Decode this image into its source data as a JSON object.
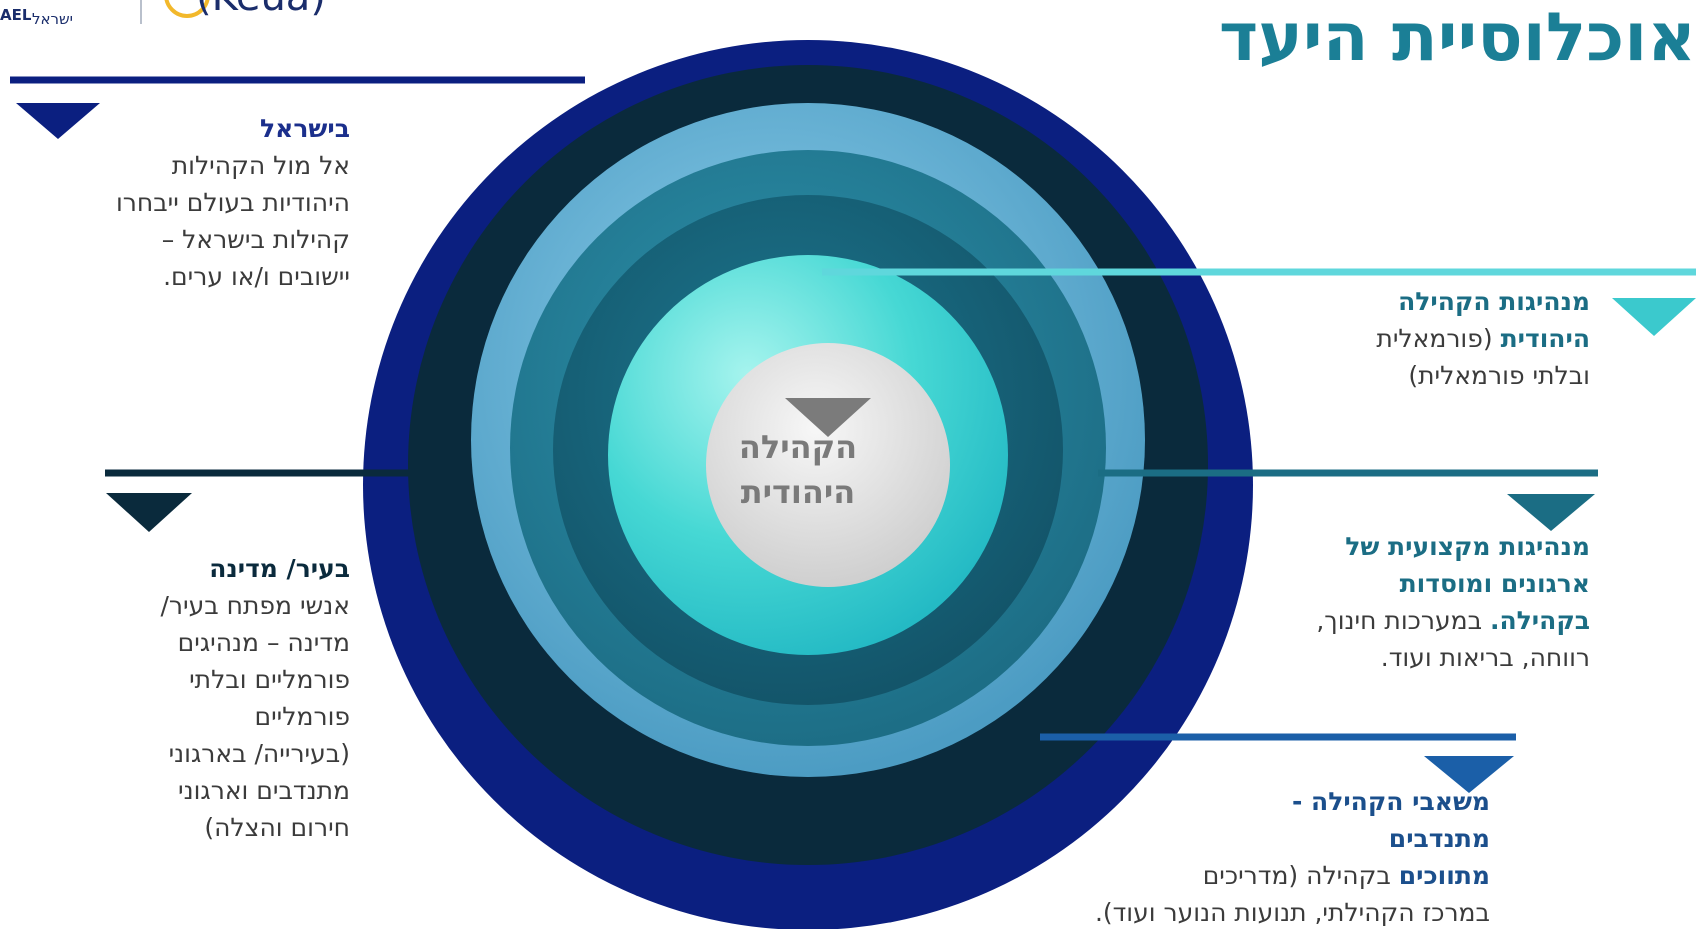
{
  "logo": {
    "partner_text_1": "AEL",
    "partner_text_2": "ישראל",
    "brand_word": "(Keua)"
  },
  "title": "אוכלוסיית היעד",
  "center": {
    "line1": "הקהילה",
    "line2": "היהודית"
  },
  "israel": {
    "heading": "בישראל",
    "lines": [
      "אל מול הקהילות",
      "היהודיות בעולם ייבחרו",
      "קהילות בישראל –",
      "יישובים ו/או ערים."
    ]
  },
  "city": {
    "heading": "בעיר/ מדינה",
    "lines": [
      "אנשי מפתח בעיר/",
      "מדינה – מנהיגים",
      "פורמליים ובלתי",
      "פורמליים",
      "(בעירייה/ בארגוני",
      "מתנדבים וארגוני",
      "חירום והצלה)"
    ]
  },
  "leaders": {
    "bold1": "מנהיגות הקהילה",
    "bold2": "היהודית",
    "rest2": " (פורמאלית",
    "line3": "ובלתי פורמאלית)"
  },
  "professional": {
    "bold1": "מנהיגות מקצועית של",
    "bold2": "ארגונים ומוסדות",
    "bold3": "בקהילה.",
    "rest3": " במערכות חינוך,",
    "line4": "רווחה, בריאות ועוד."
  },
  "resources": {
    "bold1": "משאבי הקהילה -",
    "bold2": "מתנדבים",
    "bold3": "מתווכים",
    "rest3": " בקהילה (מדריכים",
    "line4": "במרכז הקהילתי, תנועות הנוער ועוד)."
  },
  "colors": {
    "outer_ring": "#0b1f80",
    "ring2": "#0a2a3c",
    "ring3": "#6cb4d6",
    "ring4": "#2c7f99",
    "ring5": "#1a5f74",
    "inner_teal": "#37d0cf",
    "center_disc": "#e4e4e4",
    "title": "#1b7f96"
  }
}
